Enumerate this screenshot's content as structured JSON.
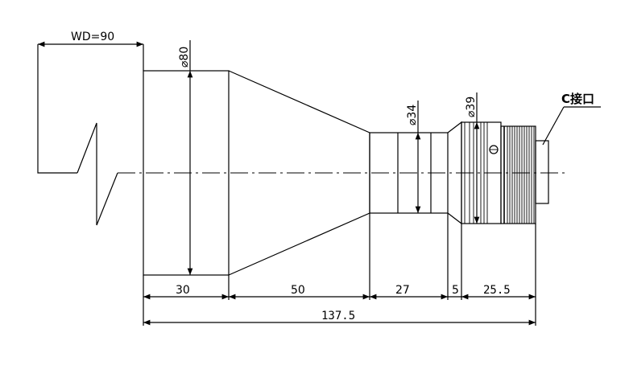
{
  "drawing": {
    "working_distance": "WD=90",
    "diameters": {
      "front": "⌀80",
      "middle": "⌀34",
      "rear": "⌀39"
    },
    "segments": {
      "front": "30",
      "taper": "50",
      "middle": "27",
      "gap": "5",
      "rear": "25.5"
    },
    "total_length": "137.5",
    "mount_label": "C接口"
  }
}
